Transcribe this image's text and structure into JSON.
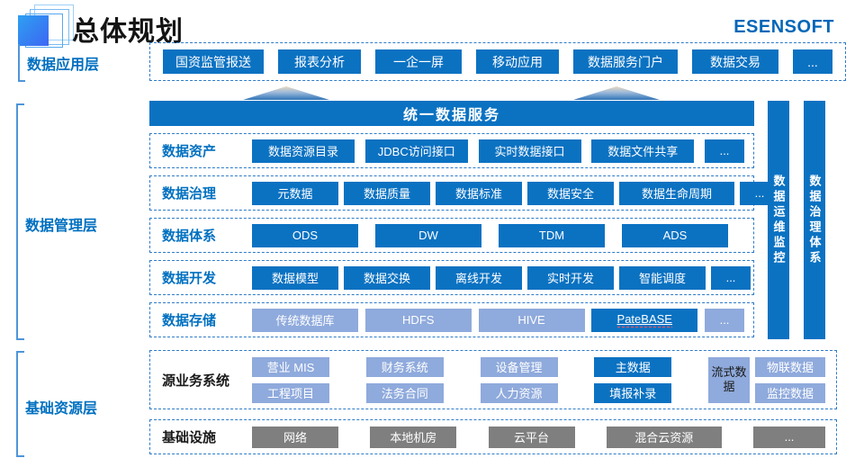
{
  "header": {
    "title": "总体规划",
    "brand": "ESENSOFT"
  },
  "palette": {
    "primary_blue": "#0b72c2",
    "light_blue": "#8faadc",
    "gray": "#7f7f7f",
    "dashed_border": "#2e7cc9",
    "label_blue": "#0070c0"
  },
  "layers": {
    "app": {
      "label": "数据应用层",
      "items": [
        "国资监管报送",
        "报表分析",
        "一企一屏",
        "移动应用",
        "数据服务门户",
        "数据交易",
        "..."
      ]
    },
    "mgmt": {
      "label": "数据管理层",
      "service_bar": "统一数据服务",
      "rows": [
        {
          "label": "数据资产",
          "items": [
            "数据资源目录",
            "JDBC访问接口",
            "实时数据接口",
            "数据文件共享",
            "..."
          ]
        },
        {
          "label": "数据治理",
          "items": [
            "元数据",
            "数据质量",
            "数据标准",
            "数据安全",
            "数据生命周期",
            "..."
          ]
        },
        {
          "label": "数据体系",
          "items": [
            "ODS",
            "DW",
            "TDM",
            "ADS"
          ]
        },
        {
          "label": "数据开发",
          "items": [
            "数据模型",
            "数据交换",
            "离线开发",
            "实时开发",
            "智能调度",
            "..."
          ]
        },
        {
          "label": "数据存储",
          "items": [
            "传统数据库",
            "HDFS",
            "HIVE",
            "PateBASE",
            "..."
          ]
        }
      ],
      "side_bars": [
        "数据运维监控",
        "数据治理体系"
      ]
    },
    "resource": {
      "label": "基础资源层",
      "source_row": {
        "label": "源业务系统",
        "columns": [
          [
            "营业 MIS",
            "工程项目"
          ],
          [
            "财务系统",
            "法务合同"
          ],
          [
            "设备管理",
            "人力资源"
          ],
          [
            "主数据",
            "填报补录"
          ],
          [
            "物联数据",
            "监控数据"
          ]
        ],
        "stream_block": "流式数据"
      },
      "infra_row": {
        "label": "基础设施",
        "items": [
          "网络",
          "本地机房",
          "云平台",
          "混合云资源",
          "..."
        ]
      }
    }
  }
}
